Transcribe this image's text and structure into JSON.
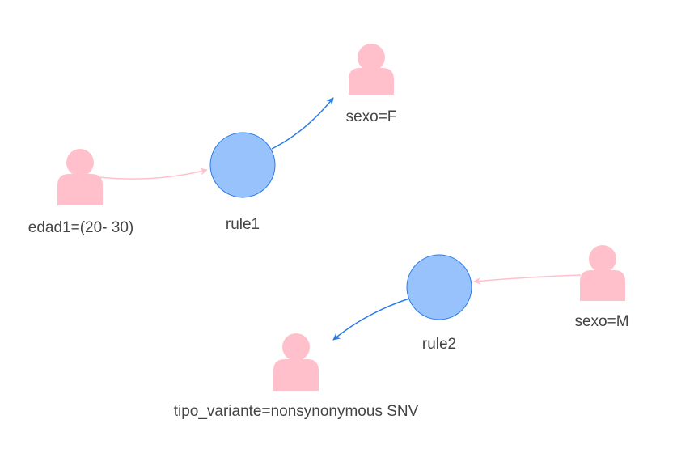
{
  "graph": {
    "nodes": [
      {
        "id": "n_sexoF",
        "label": "sexo=F",
        "kind": "item",
        "icon": "person-icon"
      },
      {
        "id": "n_rule1",
        "label": "rule1",
        "kind": "rule"
      },
      {
        "id": "n_edad1",
        "label": "edad1=(20- 30)",
        "kind": "item",
        "icon": "person-icon"
      },
      {
        "id": "n_rule2",
        "label": "rule2",
        "kind": "rule"
      },
      {
        "id": "n_sexoM",
        "label": "sexo=M",
        "kind": "item",
        "icon": "person-icon"
      },
      {
        "id": "n_tipo",
        "label": "tipo_variante=nonsynonymous SNV",
        "kind": "item",
        "icon": "person-icon"
      }
    ],
    "edges": [
      {
        "from": "n_edad1",
        "to": "n_rule1",
        "type": "lhs"
      },
      {
        "from": "n_rule1",
        "to": "n_sexoF",
        "type": "rhs"
      },
      {
        "from": "n_sexoM",
        "to": "n_rule2",
        "type": "lhs"
      },
      {
        "from": "n_rule2",
        "to": "n_tipo",
        "type": "rhs"
      }
    ]
  },
  "colors": {
    "rule_fill": "#97c2fc",
    "rule_border": "#2b7ce9",
    "item_icon": "#ffc0cb",
    "lhs_edge": "#ffc0cb",
    "rhs_edge": "#2b7ce9",
    "label_text": "#444444"
  }
}
